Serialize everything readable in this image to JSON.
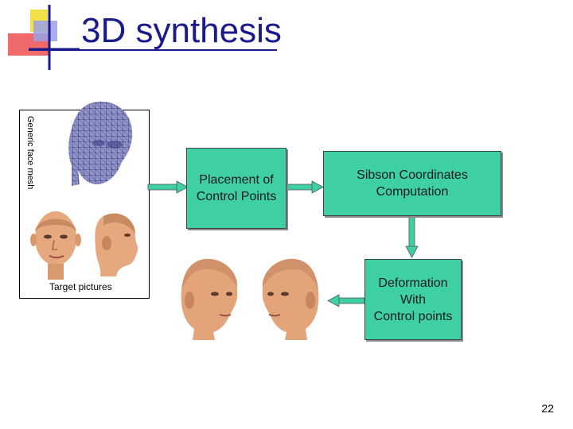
{
  "slide": {
    "title": "3D synthesis",
    "page_number": "22"
  },
  "inputs": {
    "generic_label": "Generic face mesh",
    "target_label": "Target pictures"
  },
  "process": {
    "placement": "Placement of\nControl Points",
    "sibson": "Sibson Coordinates\nComputation",
    "deformation": "Deformation\nWith\nControl points"
  },
  "colors": {
    "box_fill": "#3ecfa5",
    "title": "#1a1a8c",
    "arrow": "#3ecfa5"
  }
}
